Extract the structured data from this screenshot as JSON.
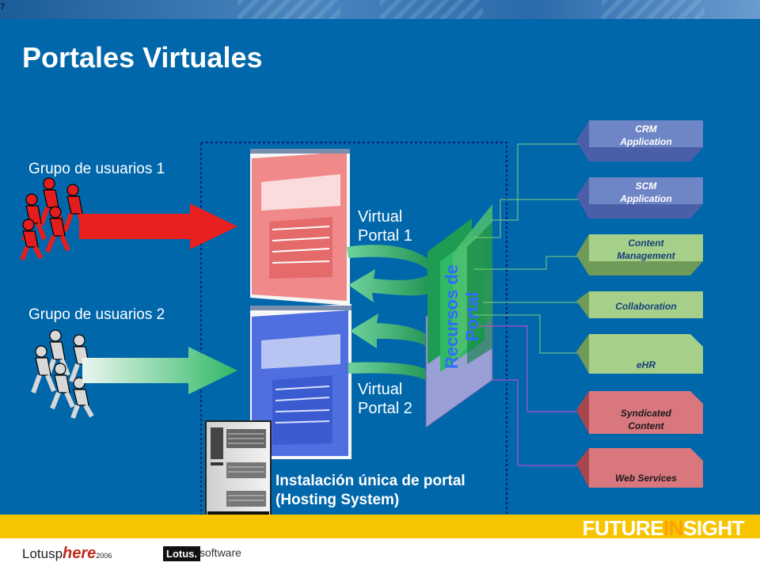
{
  "slide_number": "7",
  "title": "Portales Virtuales",
  "groups": [
    {
      "label": "Grupo de usuarios 1"
    },
    {
      "label": "Grupo de usuarios 2"
    }
  ],
  "portals": [
    {
      "label_line1": "Virtual",
      "label_line2": "Portal 1"
    },
    {
      "label_line1": "Virtual",
      "label_line2": "Portal 2"
    }
  ],
  "portal_resources": {
    "line1": "Recursos de",
    "line2": "Portal"
  },
  "installation": {
    "line1": "Instalación única de portal",
    "line2": "(Hosting System)"
  },
  "applications": [
    {
      "line1": "CRM",
      "line2": "Application",
      "color": "#6f86c6"
    },
    {
      "line1": "SCM",
      "line2": "Application",
      "color": "#6f86c6"
    },
    {
      "line1": "Content",
      "line2": "Management",
      "color": "#a6d08a"
    },
    {
      "line1": "Collaboration",
      "line2": "",
      "color": "#a6d08a"
    },
    {
      "line1": "eHR",
      "line2": "",
      "color": "#a6d08a"
    },
    {
      "line1": "Syndicated",
      "line2": "Content",
      "color": "#d9777f"
    },
    {
      "line1": "Web Services",
      "line2": "",
      "color": "#d9777f"
    }
  ],
  "footer": {
    "brand_a": "FUTURE",
    "brand_b": "IN",
    "brand_c": "SIGHT",
    "event_a": "Lotusp",
    "event_b": "here",
    "event_year": "2006",
    "vendor": "Lotus.",
    "vendor_suffix": "software"
  },
  "colors": {
    "background": "#0067ab",
    "footer_yellow": "#f6c500",
    "arrow_red": "#e82020",
    "arrow_green": "#2fb866"
  }
}
